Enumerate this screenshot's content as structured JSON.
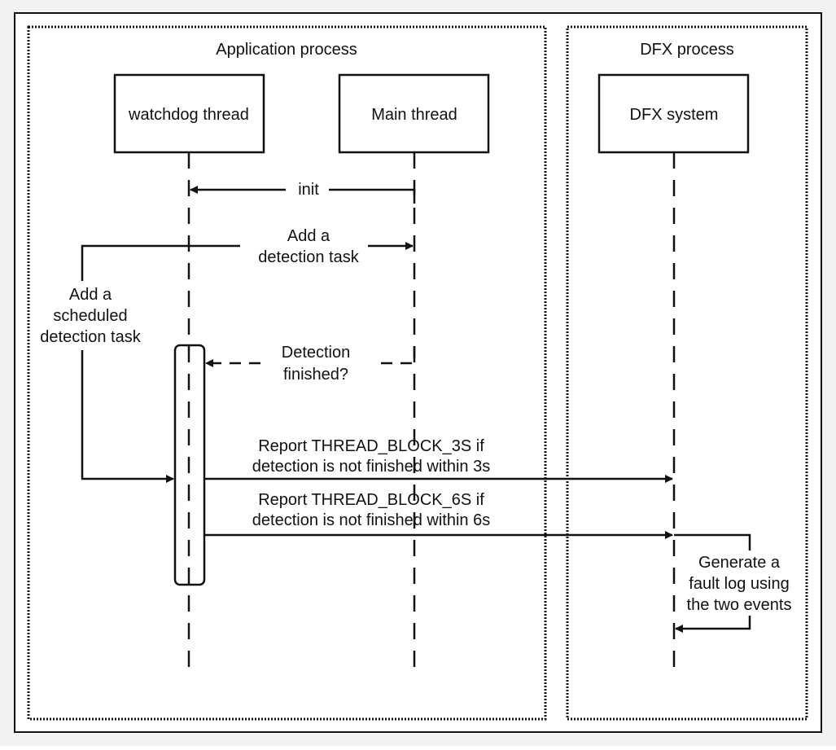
{
  "colors": {
    "stroke": "#111111",
    "background": "#f2f2f2",
    "panel": "#ffffff"
  },
  "groups": {
    "application": "Application process",
    "dfx": "DFX process"
  },
  "participants": {
    "watchdog": "watchdog thread",
    "main": "Main thread",
    "dfx": "DFX system"
  },
  "messages": {
    "init": "init",
    "add_detection": [
      "Add a",
      "detection task"
    ],
    "add_scheduled": [
      "Add a",
      "scheduled",
      "detection task"
    ],
    "detection_finished": [
      "Detection",
      "finished?"
    ],
    "report_3s": [
      "Report THREAD_BLOCK_3S if",
      "detection is not finished within 3s"
    ],
    "report_6s": [
      "Report THREAD_BLOCK_6S if",
      "detection is not finished within 6s"
    ],
    "fault_log": [
      "Generate a",
      "fault log using",
      "the two events"
    ]
  }
}
